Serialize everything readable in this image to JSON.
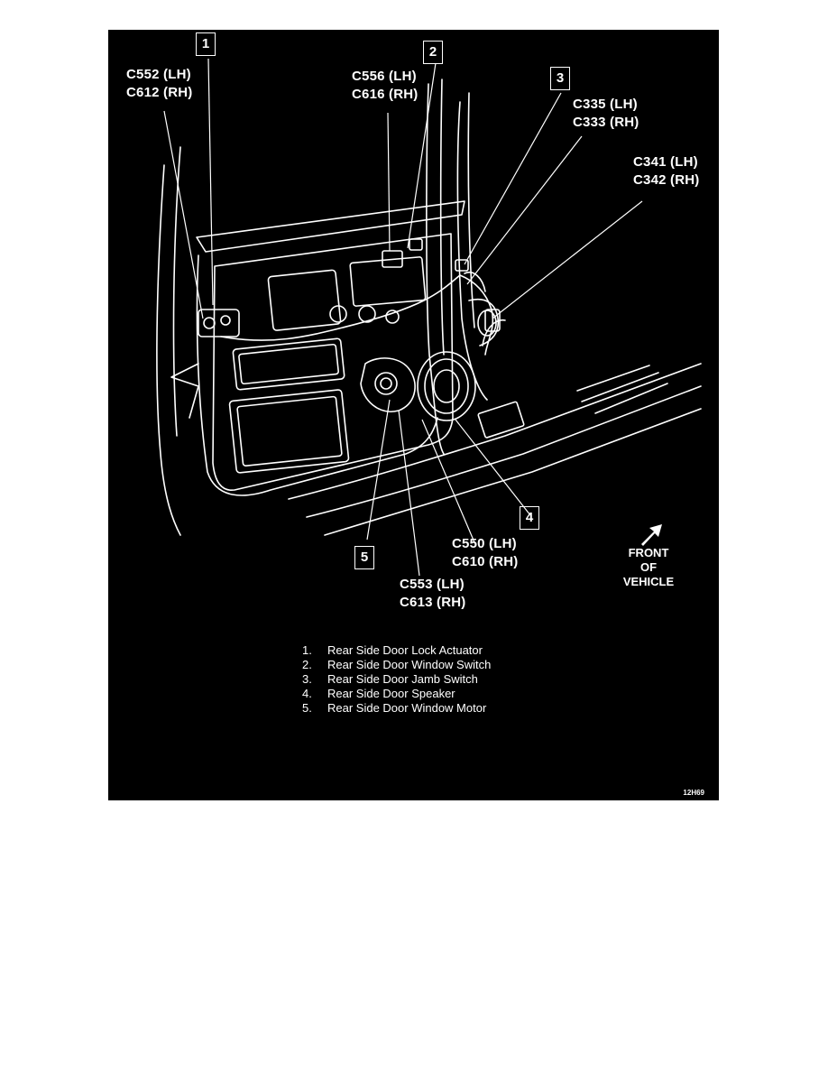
{
  "connectors": {
    "c1_lh": "C552 (LH)",
    "c1_rh": "C612 (RH)",
    "c2_lh": "C556 (LH)",
    "c2_rh": "C616 (RH)",
    "c3_lh": "C335 (LH)",
    "c3_rh": "C333 (RH)",
    "c4_lh": "C341 (LH)",
    "c4_rh": "C342 (RH)",
    "c5_lh": "C550 (LH)",
    "c5_rh": "C610 (RH)",
    "c6_lh": "C553 (LH)",
    "c6_rh": "C613 (RH)"
  },
  "callouts": [
    "1",
    "2",
    "3",
    "4",
    "5"
  ],
  "front_of_vehicle": [
    "FRONT",
    "OF",
    "VEHICLE"
  ],
  "legend": [
    {
      "num": "1.",
      "text": "Rear Side Door Lock Actuator"
    },
    {
      "num": "2.",
      "text": "Rear Side Door Window Switch"
    },
    {
      "num": "3.",
      "text": "Rear Side Door Jamb Switch"
    },
    {
      "num": "4.",
      "text": "Rear Side Door Speaker"
    },
    {
      "num": "5.",
      "text": "Rear Side Door Window Motor"
    }
  ],
  "figure_code": "12H69",
  "colors": {
    "background": "#000000",
    "ink": "#ffffff",
    "page": "#ffffff"
  }
}
